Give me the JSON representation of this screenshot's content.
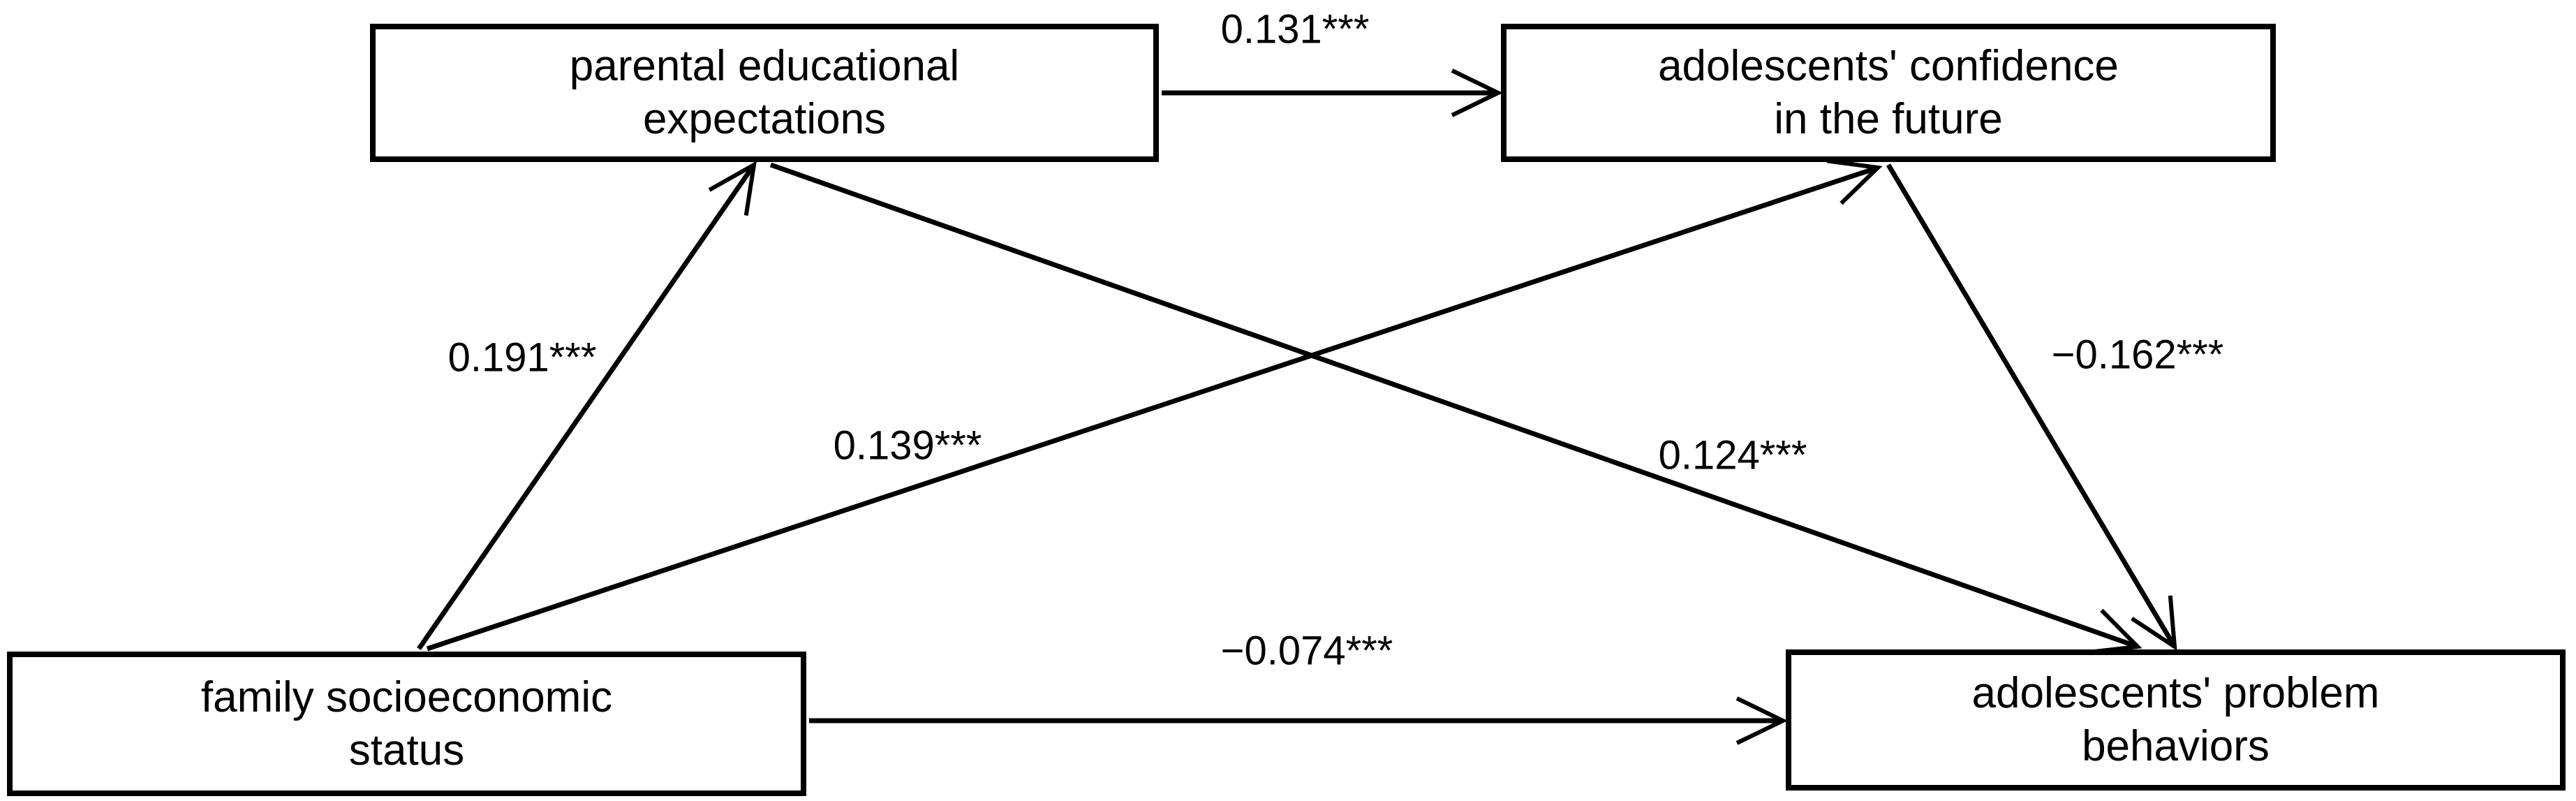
{
  "diagram": {
    "type": "path-model",
    "background_color": "#ffffff",
    "line_color": "#000000",
    "nodes": [
      {
        "id": "pee",
        "label": "parental educational\nexpectations"
      },
      {
        "id": "acf",
        "label": "adolescents' confidence\nin the future"
      },
      {
        "id": "fses",
        "label": "family socioeconomic\nstatus"
      },
      {
        "id": "apb",
        "label": "adolescents' problem\nbehaviors"
      }
    ],
    "edges": [
      {
        "from": "pee",
        "to": "acf",
        "coefficient": "0.131***"
      },
      {
        "from": "fses",
        "to": "pee",
        "coefficient": "0.191***"
      },
      {
        "from": "fses",
        "to": "acf",
        "coefficient": "0.139***"
      },
      {
        "from": "pee",
        "to": "apb",
        "coefficient": "0.124***"
      },
      {
        "from": "acf",
        "to": "apb",
        "coefficient": "−0.162***"
      },
      {
        "from": "fses",
        "to": "apb",
        "coefficient": "−0.074***"
      }
    ]
  }
}
